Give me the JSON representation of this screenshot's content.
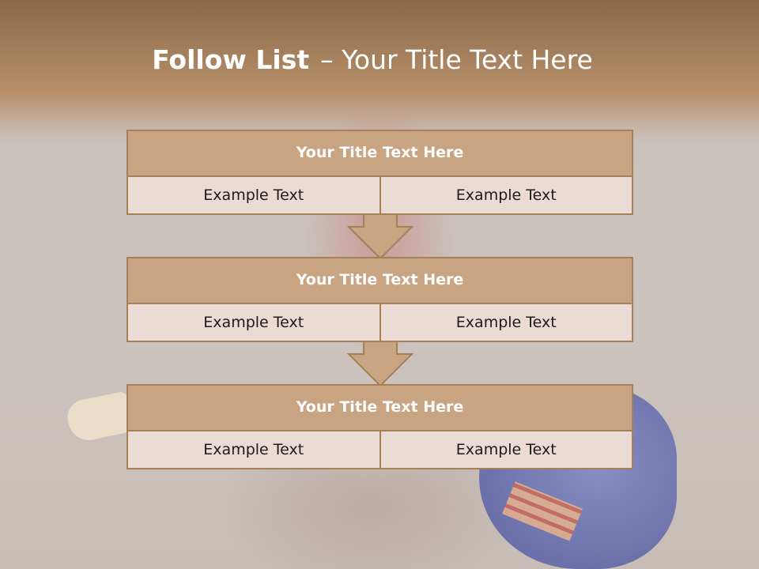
{
  "title": {
    "bold": "Follow List",
    "rest": "– Your Title Text Here"
  },
  "blocks": [
    {
      "title": "Your Title Text Here",
      "cells": [
        "Example Text",
        "Example Text"
      ]
    },
    {
      "title": "Your Title Text Here",
      "cells": [
        "Example Text",
        "Example Text"
      ]
    },
    {
      "title": "Your Title Text Here",
      "cells": [
        "Example Text",
        "Example Text"
      ]
    }
  ],
  "colors": {
    "header_band": "#a27e5c",
    "block_title_fill": "#c9a482",
    "block_border": "#a77f59",
    "cell_fill": "#eadbd4"
  },
  "icons": [
    "down-arrow-icon",
    "down-arrow-icon"
  ]
}
